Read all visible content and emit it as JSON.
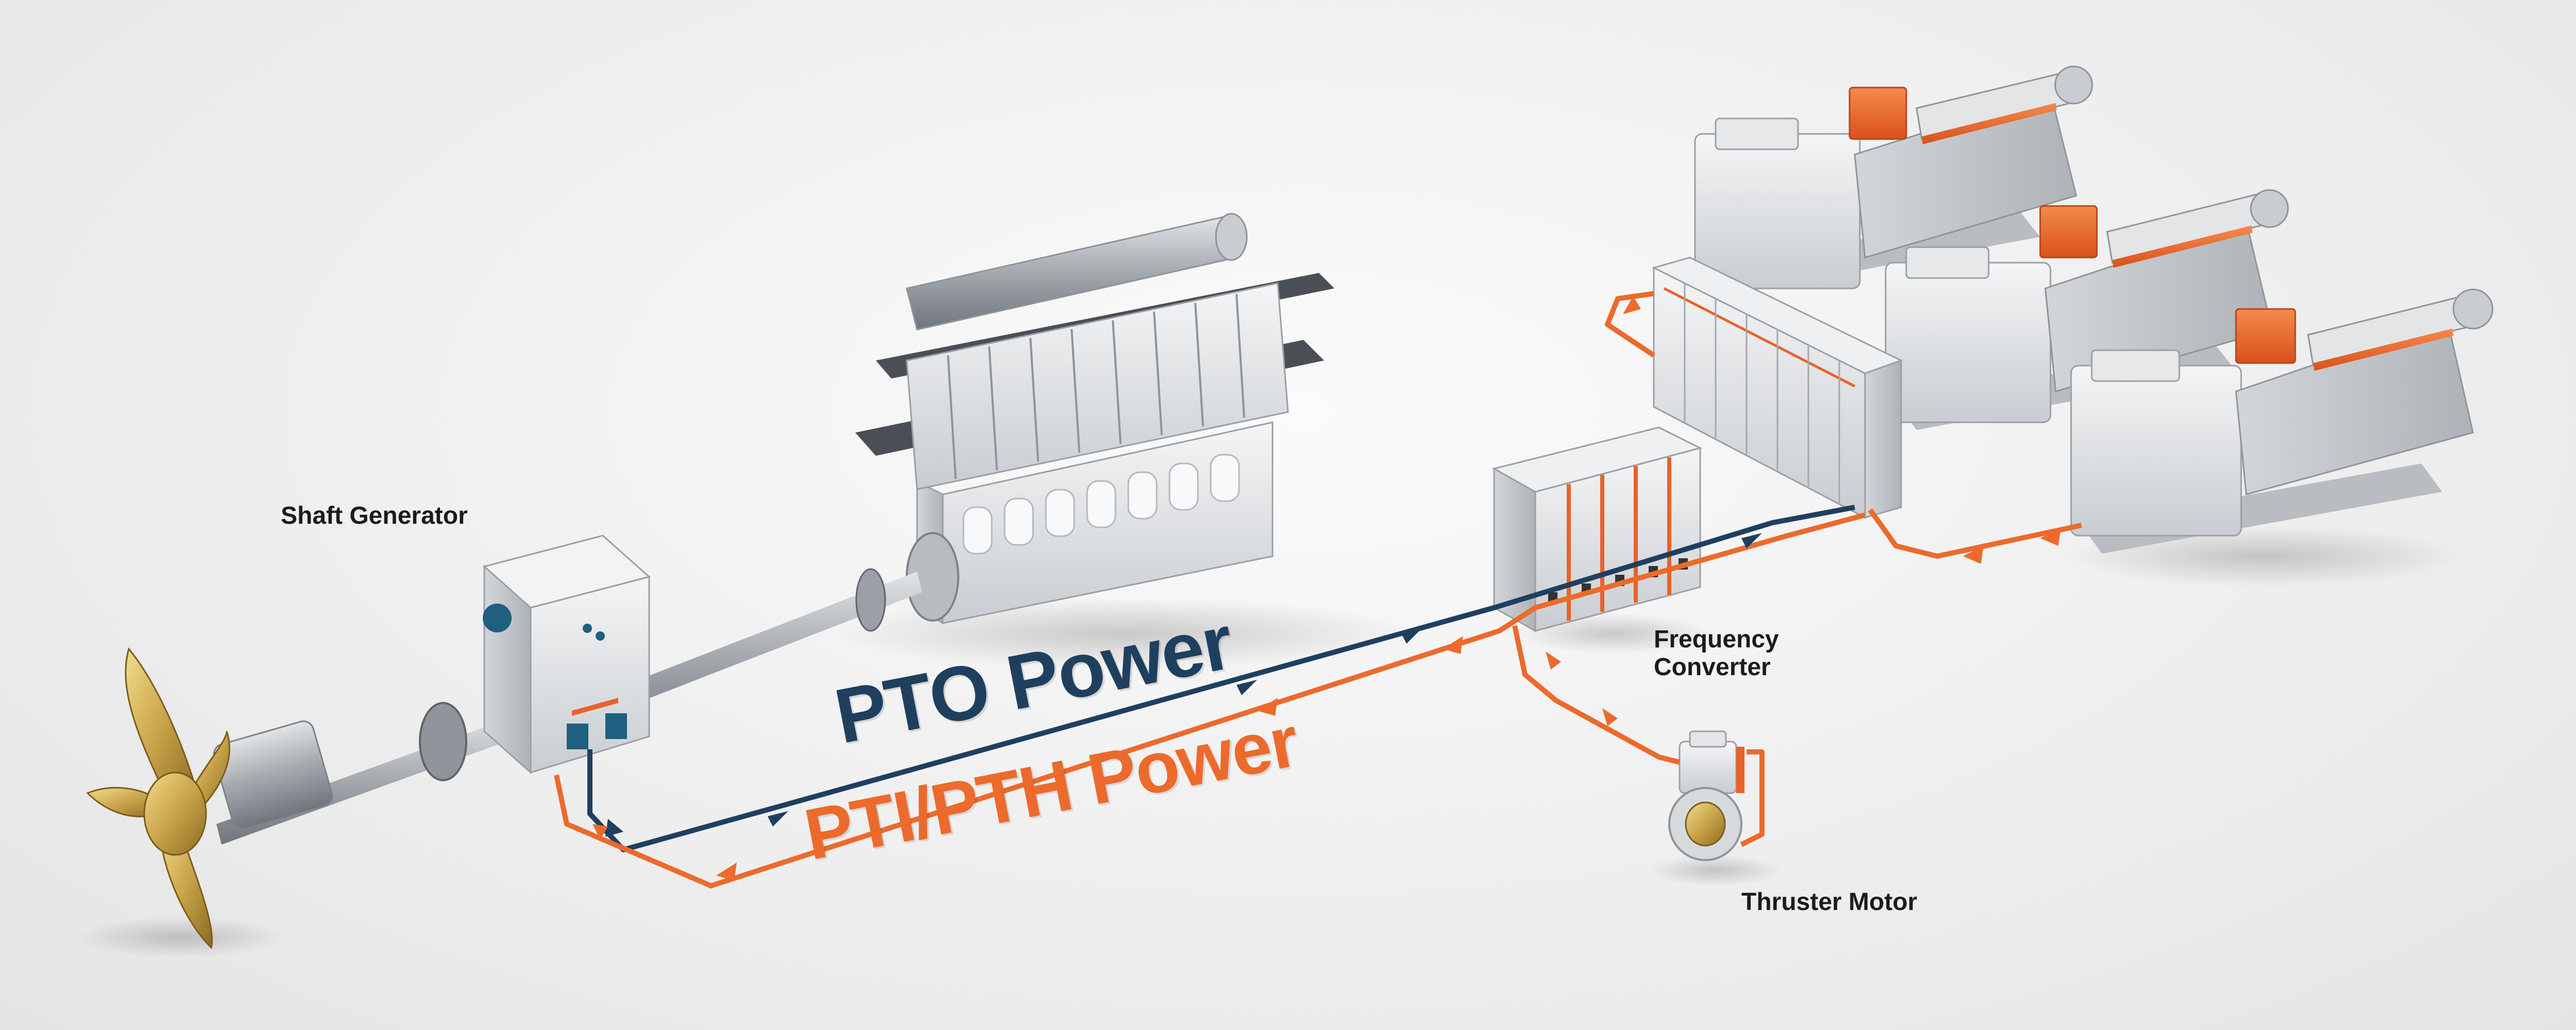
{
  "labels": {
    "shaft_generator": "Shaft Generator",
    "frequency_converter": [
      "Frequency",
      "Converter"
    ],
    "thruster_motor": "Thruster Motor",
    "pto_power": "PTO Power",
    "pti_pth_power": "PTI/PTH Power"
  },
  "colors": {
    "pto": "#1f3f5f",
    "pti": "#ec6a2c",
    "equipment_orange": "#e8622a",
    "equipment_grey": "#d9dcdf",
    "propeller_gold": "#c9a44a"
  },
  "components": [
    {
      "name": "propeller",
      "icon": "propeller-icon"
    },
    {
      "name": "shaft-generator",
      "icon": "generator-icon"
    },
    {
      "name": "main-engine",
      "icon": "engine-icon"
    },
    {
      "name": "frequency-converter",
      "icon": "converter-cabinet-icon"
    },
    {
      "name": "main-switchboard",
      "icon": "switchboard-icon"
    },
    {
      "name": "genset-1",
      "icon": "genset-icon"
    },
    {
      "name": "genset-2",
      "icon": "genset-icon"
    },
    {
      "name": "genset-3",
      "icon": "genset-icon"
    },
    {
      "name": "thruster-motor",
      "icon": "thruster-icon"
    }
  ]
}
